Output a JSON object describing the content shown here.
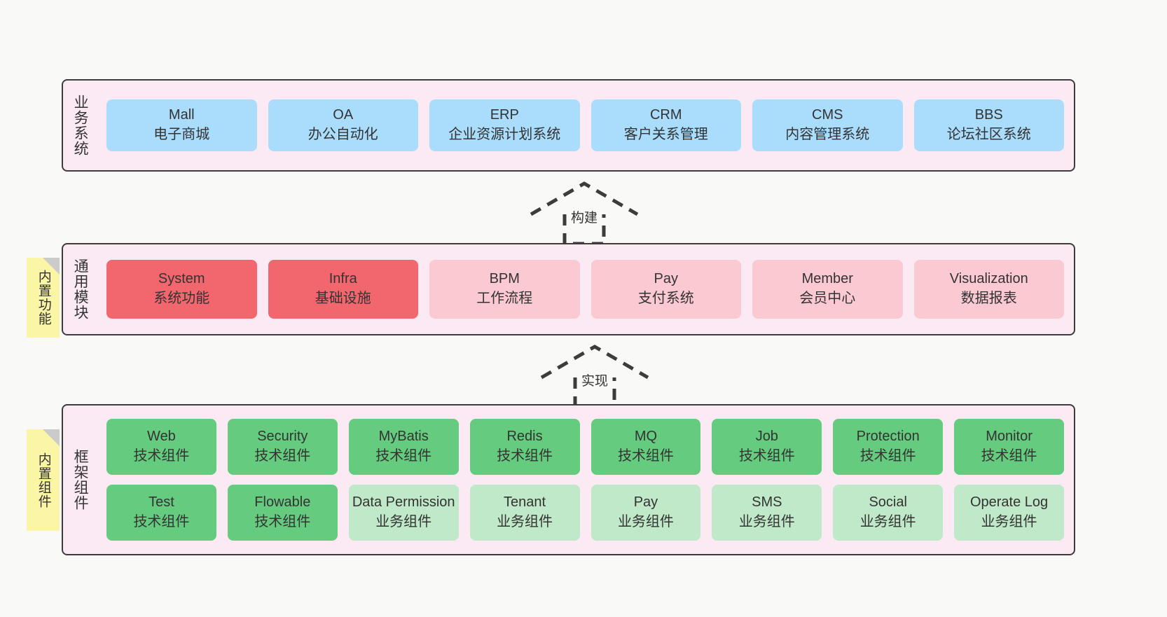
{
  "canvas": {
    "background": "#f9f9f7"
  },
  "palette": {
    "band_fill": "#fbeaf4",
    "band_border": "#3c3c3c",
    "blue": "#aadcfb",
    "red": "#f2666e",
    "pink": "#fbc9d2",
    "green": "#65cb7e",
    "green_light": "#bfe9c8",
    "note_yellow": "#fbf5a6",
    "note_fold": "#cbcbcb",
    "text": "#333333"
  },
  "bands": {
    "business": {
      "title": "业务系统",
      "cards": [
        {
          "en": "Mall",
          "cn": "电子商城",
          "color": "blue"
        },
        {
          "en": "OA",
          "cn": "办公自动化",
          "color": "blue"
        },
        {
          "en": "ERP",
          "cn": "企业资源计划系统",
          "color": "blue"
        },
        {
          "en": "CRM",
          "cn": "客户关系管理",
          "color": "blue"
        },
        {
          "en": "CMS",
          "cn": "内容管理系统",
          "color": "blue"
        },
        {
          "en": "BBS",
          "cn": "论坛社区系统",
          "color": "blue"
        }
      ]
    },
    "modules": {
      "title": "通用模块",
      "cards": [
        {
          "en": "System",
          "cn": "系统功能",
          "color": "red"
        },
        {
          "en": "Infra",
          "cn": "基础设施",
          "color": "red"
        },
        {
          "en": "BPM",
          "cn": "工作流程",
          "color": "pink"
        },
        {
          "en": "Pay",
          "cn": "支付系统",
          "color": "pink"
        },
        {
          "en": "Member",
          "cn": "会员中心",
          "color": "pink"
        },
        {
          "en": "Visualization",
          "cn": "数据报表",
          "color": "pink"
        }
      ]
    },
    "framework": {
      "title": "框架组件",
      "row1": [
        {
          "en": "Web",
          "cn": "技术组件",
          "color": "green"
        },
        {
          "en": "Security",
          "cn": "技术组件",
          "color": "green"
        },
        {
          "en": "MyBatis",
          "cn": "技术组件",
          "color": "green"
        },
        {
          "en": "Redis",
          "cn": "技术组件",
          "color": "green"
        },
        {
          "en": "MQ",
          "cn": "技术组件",
          "color": "green"
        },
        {
          "en": "Job",
          "cn": "技术组件",
          "color": "green"
        },
        {
          "en": "Protection",
          "cn": "技术组件",
          "color": "green"
        },
        {
          "en": "Monitor",
          "cn": "技术组件",
          "color": "green"
        }
      ],
      "row2": [
        {
          "en": "Test",
          "cn": "技术组件",
          "color": "green"
        },
        {
          "en": "Flowable",
          "cn": "技术组件",
          "color": "green"
        },
        {
          "en": "Data Permission",
          "cn": "业务组件",
          "color": "green_light"
        },
        {
          "en": "Tenant",
          "cn": "业务组件",
          "color": "green_light"
        },
        {
          "en": "Pay",
          "cn": "业务组件",
          "color": "green_light"
        },
        {
          "en": "SMS",
          "cn": "业务组件",
          "color": "green_light"
        },
        {
          "en": "Social",
          "cn": "业务组件",
          "color": "green_light"
        },
        {
          "en": "Operate Log",
          "cn": "业务组件",
          "color": "green_light"
        }
      ]
    }
  },
  "notes": [
    {
      "id": "builtin-feature",
      "text": "内置功能"
    },
    {
      "id": "builtin-component",
      "text": "内置组件"
    }
  ],
  "connectors": [
    {
      "id": "build",
      "label": "构建"
    },
    {
      "id": "implement",
      "label": "实现"
    }
  ]
}
